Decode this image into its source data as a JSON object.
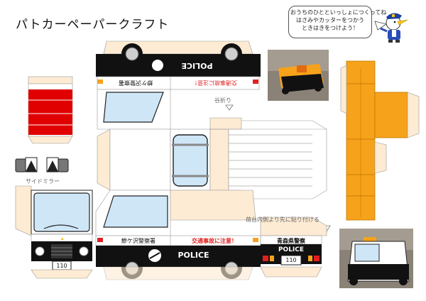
{
  "title": "パトカーペーパークラフト",
  "bubble": {
    "line1": "おうちのひとといっしょにつくってね",
    "line2": "はさみやカッターをつかう",
    "line3": "ときはきをつけよう！"
  },
  "labels": {
    "tani_ori": "谷折り",
    "side_mirror": "サイドミラー",
    "attach_note": "荷台内側より先に貼り付ける"
  },
  "car": {
    "police_text": "POLICE",
    "station_name": "鰺ケ沢警察署",
    "safety_message": "交通事故に注意！",
    "prefecture": "青森県警察",
    "number": "110"
  },
  "colors": {
    "body_black": "#111111",
    "glass": "#cfe6f7",
    "tab_fill": "#fdebd3",
    "orange": "#f7a21b",
    "red": "#e02020"
  }
}
